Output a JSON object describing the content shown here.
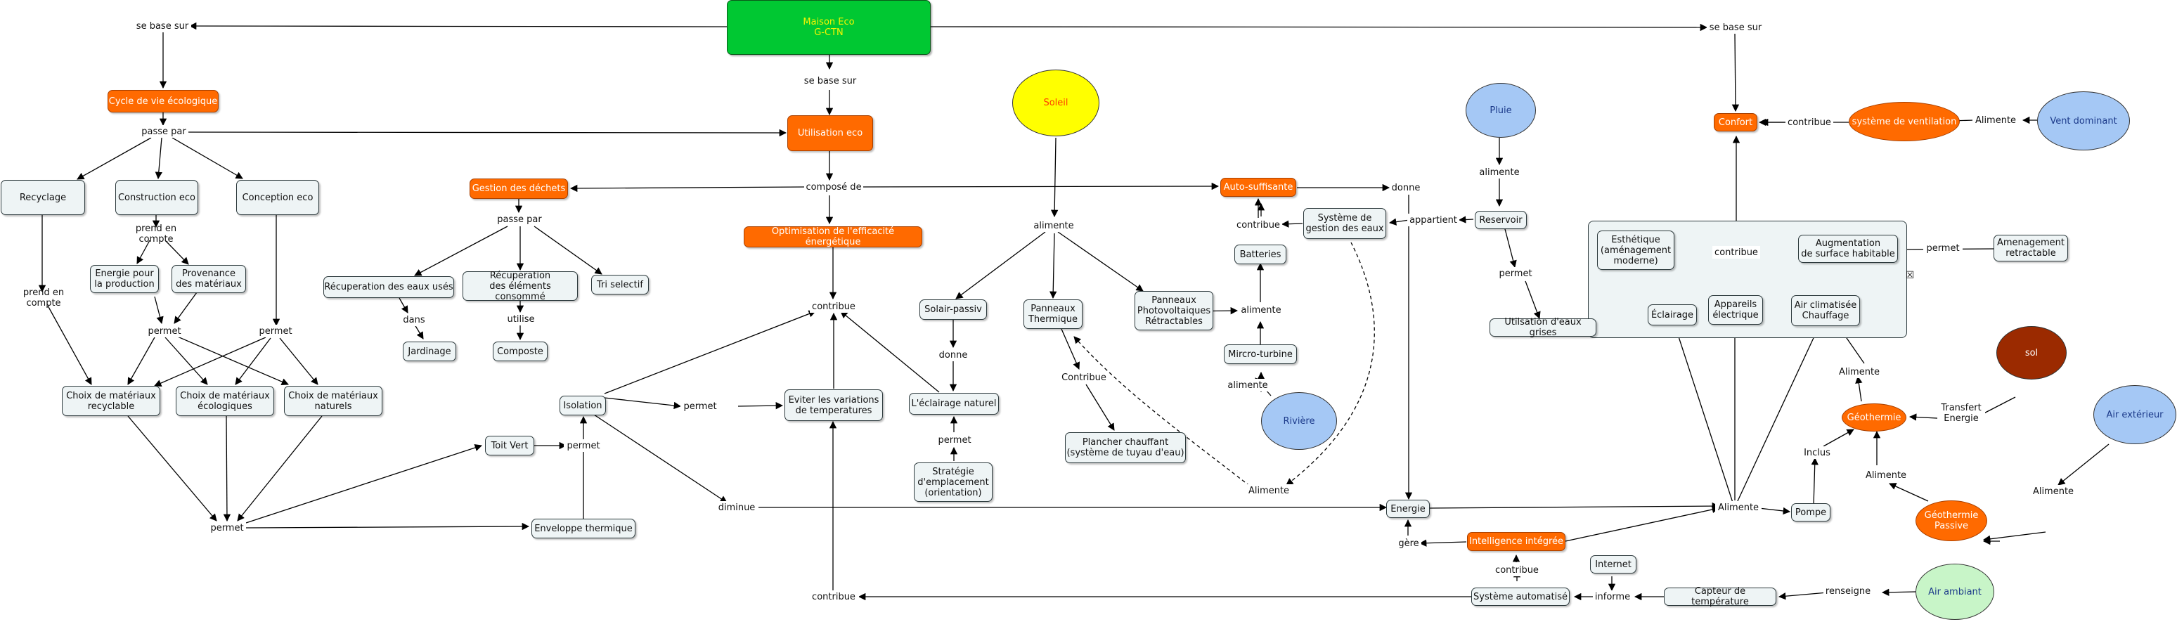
{
  "nodes": {
    "maison": "Maison Eco\nG-CTN",
    "se_base_sur_left": "se base sur",
    "se_base_sur_mid": "se base sur",
    "se_base_sur_right": "se base sur",
    "cycle_vie": "Cycle de vie écologique",
    "passe_par_1": "passe par",
    "recyclage": "Recyclage",
    "construction_eco": "Construction eco",
    "conception_eco": "Conception eco",
    "prend_en_compte_1": "prend en compte",
    "prend_en_compte_2": "prend en compte",
    "energie_production": "Energie pour\nla production",
    "provenance": "Provenance\ndes matériaux",
    "permet_a": "permet",
    "permet_b": "permet",
    "mat_recyclable": "Choix de matériaux\nrecyclable",
    "mat_ecologiques": "Choix de matériaux\nécologiques",
    "mat_naturels": "Choix de matériaux\nnaturels",
    "permet_c": "permet",
    "utilisation_eco": "Utilisation eco",
    "compose_de": "composé de",
    "gestion_dechets": "Gestion des déchets",
    "passe_par_2": "passe par",
    "recup_eaux": "Récuperation des eaux usés",
    "recup_elements": "Récuperation\ndes éléments consommé",
    "tri_selectif": "Tri selectif",
    "dans": "dans",
    "jardinage": "Jardinage",
    "utilise": "utilise",
    "composte": "Composte",
    "optimisation": "Optimisation de l'efficacité énergétique",
    "contribue_a": "contribue",
    "isolation": "Isolation",
    "permet_d": "permet",
    "eviter_variations": "Eviter les variations\nde temperatures",
    "toit_vert": "Toit Vert",
    "permet_e": "permet",
    "enveloppe": "Enveloppe thermique",
    "diminue": "diminue",
    "soleil": "Soleil",
    "alimente_a": "alimente",
    "solair_passiv": "Solair-passiv",
    "donne_a": "donne",
    "eclairage_naturel": "L'éclairage naturel",
    "permet_f": "permet",
    "strategie": "Stratégie\nd'emplacement\n(orientation)",
    "panneaux_thermique": "Panneaux\nThermique",
    "contribue_b": "Contribue",
    "plancher": "Plancher chauffant\n(système de tuyau d'eau)",
    "panneaux_pv": "Panneaux\nPhotovoltaiques\nRétractables",
    "alimente_b": "alimente",
    "mircro_turbine": "Mircro-turbine",
    "alimente_c": "alimente",
    "riviere": "Rivière",
    "batteries": "Batteries",
    "contribue_c": "contribue",
    "systeme_gestion_eaux": "Système de\ngestion des eaux",
    "auto_suffisante": "Auto-suffisante",
    "donne_b": "donne",
    "alimente_d": "Alimente",
    "pluie": "Pluie",
    "alimente_e": "alimente",
    "reservoir": "Reservoir",
    "appartient": "appartient",
    "permet_g": "permet",
    "utilisation_eaux_grises": "Utilsation d'eaux grises",
    "confort": "Confort",
    "contribue_d": "contribue",
    "systeme_ventilation": "système de ventilation",
    "alimente_f": "Alimente",
    "vent_dominant": "Vent dominant",
    "esthetique": "Esthétique\n(aménagement\nmoderne)",
    "contribue_e": "contribue",
    "augmentation": "Augmentation\nde surface habitable",
    "permet_h": "permet",
    "amenagement": "Amenagement\nretractable",
    "eclairage": "Éclairage",
    "appareils": "Appareils\nélectrique",
    "air_climatise": "Air climatisée\nChauffage",
    "close_mark": "☒",
    "sol": "sol",
    "alimente_g": "Alimente",
    "transfert_energie": "Transfert\nEnergie",
    "geothermie": "Géothermie",
    "inclus": "Inclus",
    "alimente_h": "Alimente",
    "geothermie_passive": "Géothermie\nPassive",
    "alimente_i": "Alimente",
    "air_exterieur": "Air extérieur",
    "energie": "Energie",
    "alimente_j": "Alimente",
    "pompe": "Pompe",
    "gere": "gère",
    "intelligence": "Intelligence intégrée",
    "contribue_f": "contribue",
    "internet": "Internet",
    "systeme_automatise": "Système automatisé",
    "informe": "informe",
    "capteur": "Capteur de température",
    "renseigne": "renseigne",
    "air_ambiant": "Air ambiant",
    "contribue_g": "contribue"
  },
  "colors": {
    "root": "#00c832",
    "category": "#ff6a00",
    "concept": "#eef4f5",
    "resource_blue": "#a5c8f5",
    "sun": "#ffff00",
    "soil": "#9b2a00",
    "ambient_air": "#c8f5c8"
  }
}
